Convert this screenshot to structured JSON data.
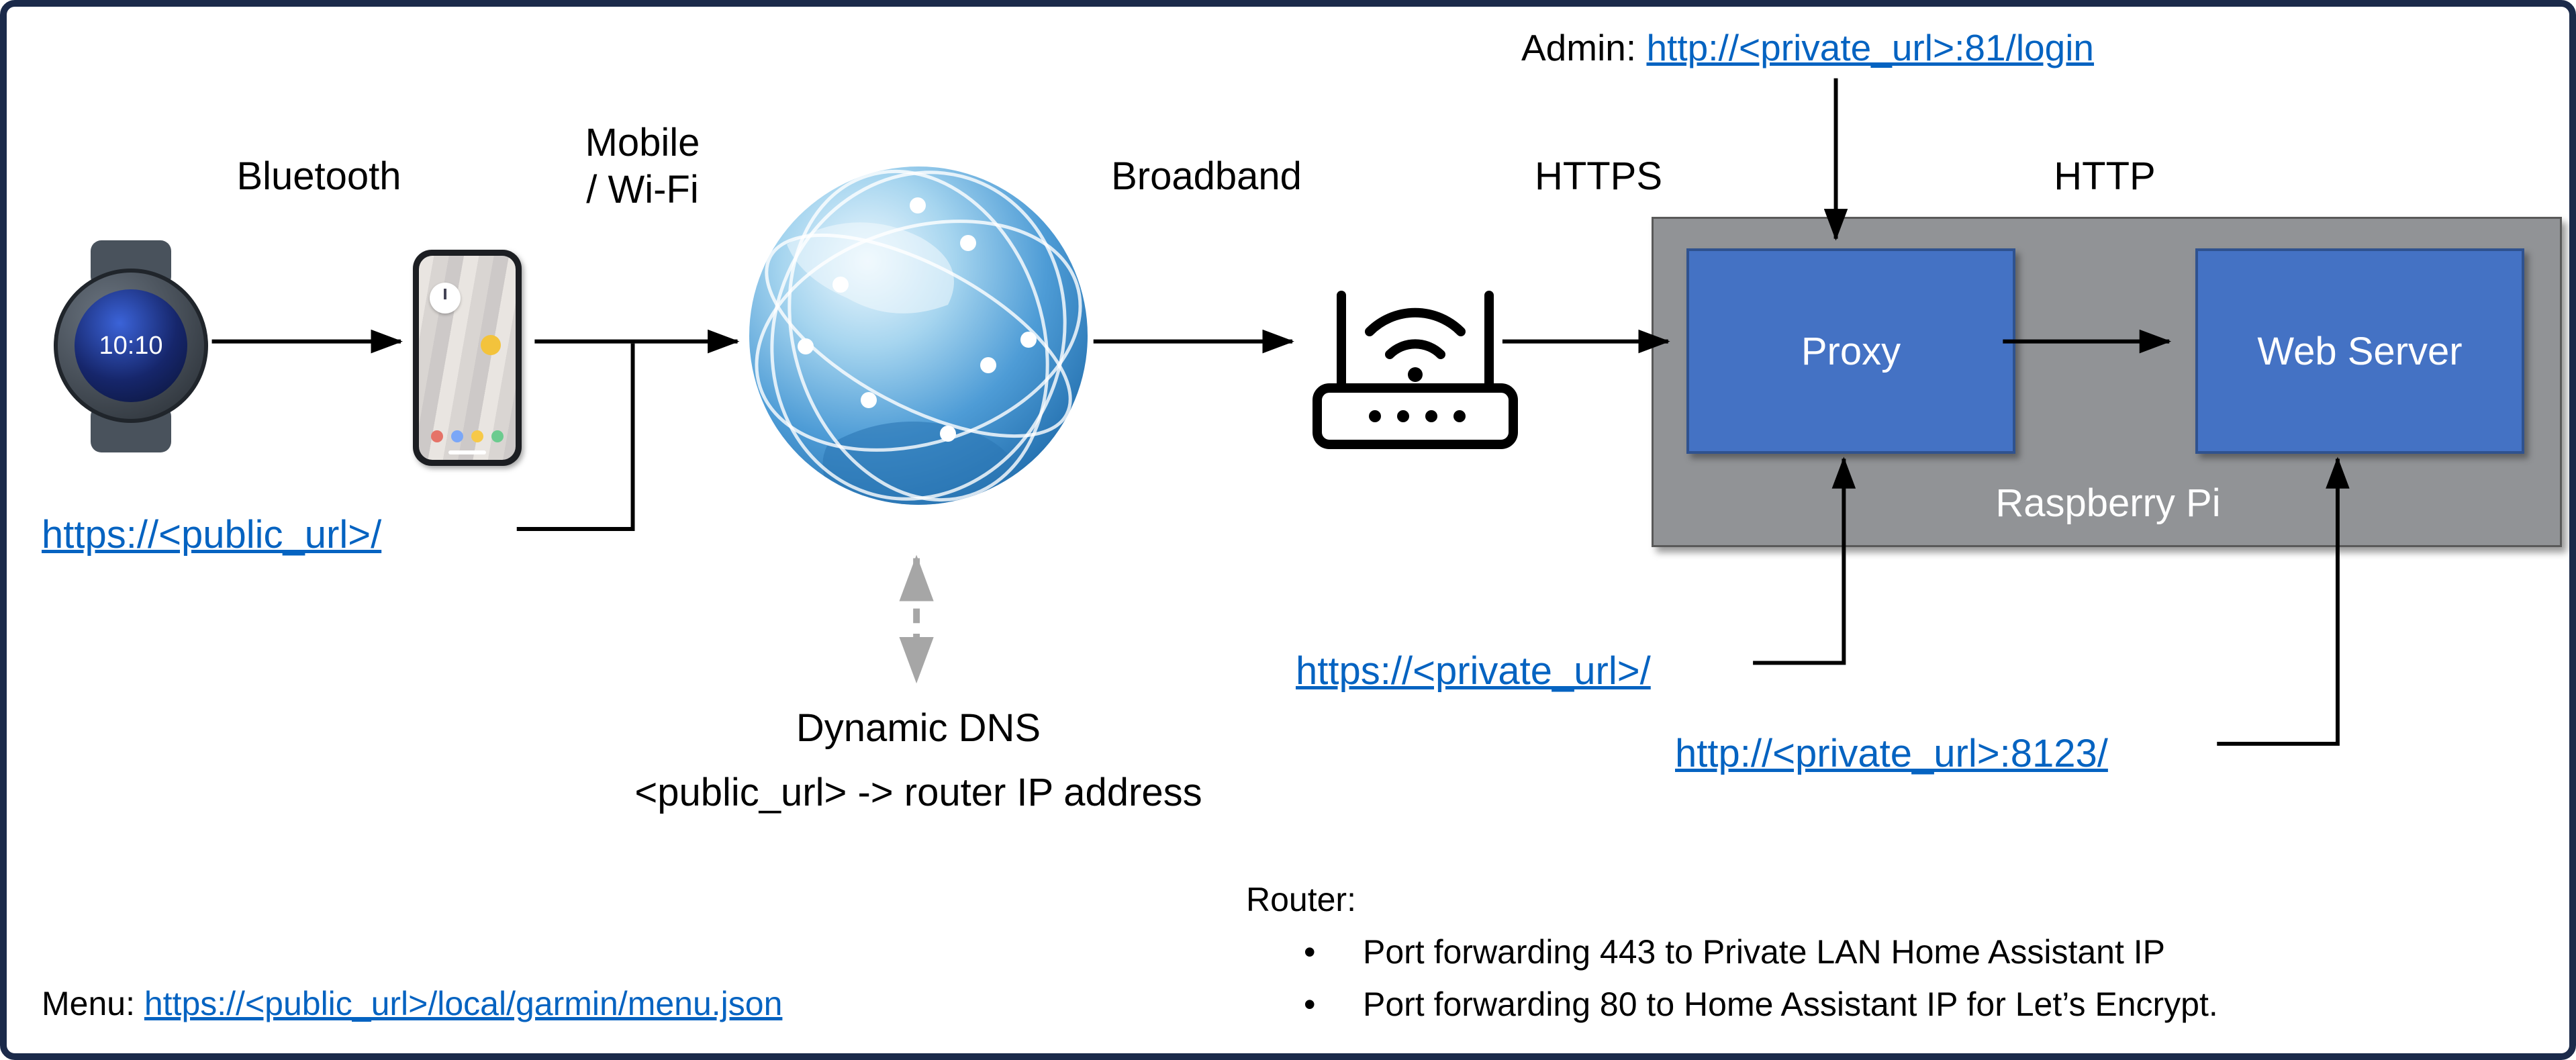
{
  "colors": {
    "node_fill": "#4472C4",
    "node_border": "#2F528F",
    "gray_box": "#919396",
    "link_blue": "#0563C1",
    "arrow_black": "#000000",
    "dashed_gray": "#A6A6A6"
  },
  "labels": {
    "bluetooth": "Bluetooth",
    "mobile_wifi_1": "Mobile",
    "mobile_wifi_2": "/ Wi-Fi",
    "broadband": "Broadband",
    "https": "HTTPS",
    "http": "HTTP",
    "dynamic_dns": "Dynamic DNS",
    "dns_mapping": "<public_url> -> router IP address",
    "raspberry_pi": "Raspberry Pi"
  },
  "nodes": {
    "proxy": "Proxy",
    "web_server": "Web Server"
  },
  "links": {
    "admin_prefix": "Admin:",
    "admin_url": "http://<private_url>:81/login",
    "public_url": "https://<public_url>/",
    "private_https_url": "https://<private_url>/",
    "private_8123_url": "http://<private_url>:8123/",
    "menu_prefix": "Menu:",
    "menu_url": "https://<public_url>/local/garmin/menu.json"
  },
  "router_notes": {
    "title": "Router:",
    "bullets": [
      "Port forwarding 443 to Private LAN Home Assistant IP",
      "Port forwarding 80 to Home Assistant IP for Let’s Encrypt."
    ]
  },
  "watch": {
    "time": "10:10"
  }
}
